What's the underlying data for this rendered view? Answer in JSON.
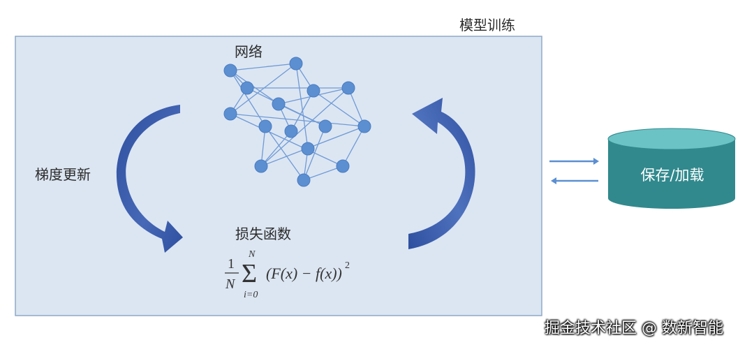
{
  "diagram": {
    "title": "模型训练",
    "network_label": "网络",
    "gradient_label": "梯度更新",
    "loss_label": "损失函数",
    "storage_label": "保存/加载",
    "formula": {
      "frac_num": "1",
      "frac_den": "N",
      "sum_upper": "N",
      "sum_lower": "i=0",
      "body": "(F(x) − f(x))",
      "exponent": "2"
    }
  },
  "watermark": "掘金技术社区 @ 数新智能",
  "colors": {
    "panel_fill": "#dce6f2",
    "panel_border": "#8fa9c8",
    "node": "#5b8fd2",
    "edge": "#6f9ad6",
    "arrow_dark": "#2e4f9f",
    "arrow_light": "#5f83cb",
    "cylinder": "#31898d",
    "cylinder_top": "#6cc3c6",
    "exchange_arrow": "#5b8fd2"
  }
}
